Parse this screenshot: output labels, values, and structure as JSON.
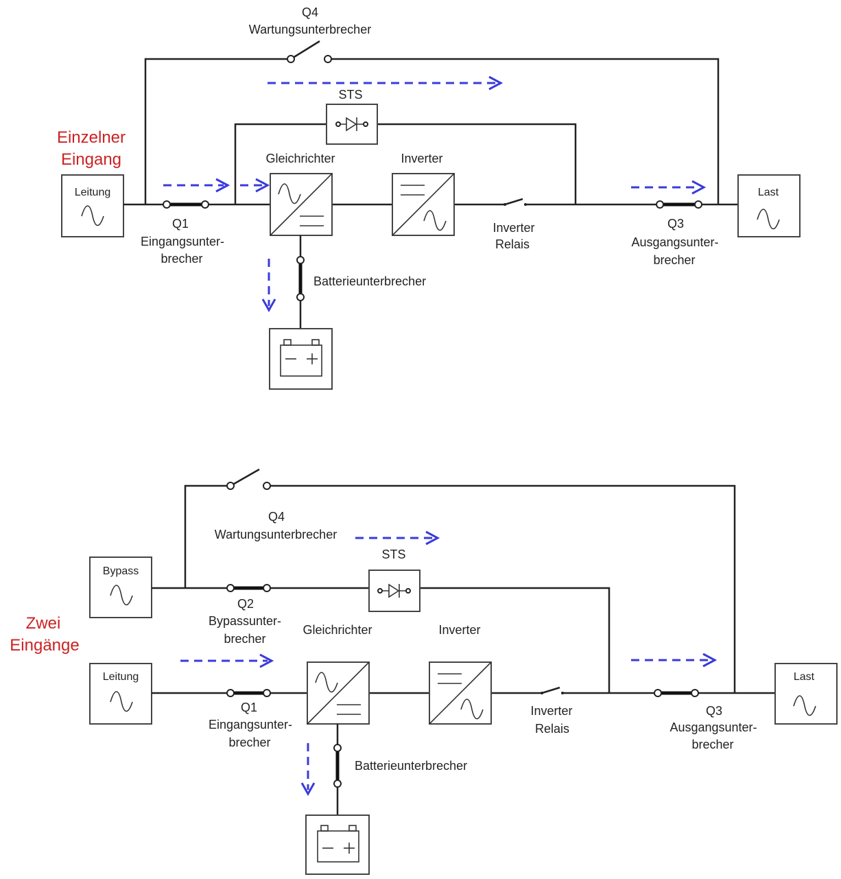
{
  "top": {
    "section_label_line1": "Einzelner",
    "section_label_line2": "Eingang",
    "q4_name": "Q4",
    "q4_desc": "Wartungsunterbrecher",
    "sts": "STS",
    "source_line": "Leitung",
    "q1_name": "Q1",
    "q1_desc_line1": "Eingangsunter-",
    "q1_desc_line2": "brecher",
    "rectifier": "Gleichrichter",
    "inverter": "Inverter",
    "relay_line1": "Inverter",
    "relay_line2": "Relais",
    "q3_name": "Q3",
    "q3_desc_line1": "Ausgangsunter-",
    "q3_desc_line2": "brecher",
    "load": "Last",
    "battery_breaker": "Batterieunterbrecher"
  },
  "bottom": {
    "section_label_line1": "Zwei",
    "section_label_line2": "Eingänge",
    "q4_name": "Q4",
    "q4_desc": "Wartungsunterbrecher",
    "sts": "STS",
    "source_bypass": "Bypass",
    "q2_name": "Q2",
    "q2_desc_line1": "Bypassunter-",
    "q2_desc_line2": "brecher",
    "source_line": "Leitung",
    "q1_name": "Q1",
    "q1_desc_line1": "Eingangsunter-",
    "q1_desc_line2": "brecher",
    "rectifier": "Gleichrichter",
    "inverter": "Inverter",
    "relay_line1": "Inverter",
    "relay_line2": "Relais",
    "q3_name": "Q3",
    "q3_desc_line1": "Ausgangsunter-",
    "q3_desc_line2": "brecher",
    "load": "Last",
    "battery_breaker": "Batterieunterbrecher"
  },
  "colors": {
    "flow_arrow": "#3a3adb",
    "section_label": "#cc2222",
    "wire": "#222222"
  }
}
